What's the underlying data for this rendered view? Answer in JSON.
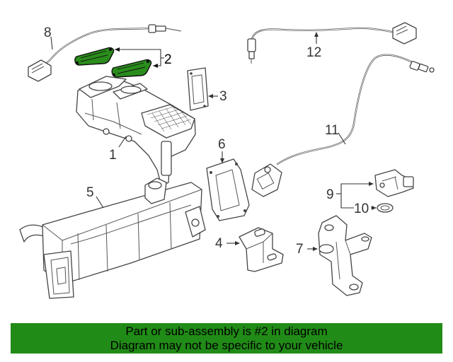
{
  "callouts": {
    "c1": "1",
    "c2": "2",
    "c3": "3",
    "c4": "4",
    "c5": "5",
    "c6": "6",
    "c7": "7",
    "c8": "8",
    "c9": "9",
    "c10": "10",
    "c11": "11",
    "c12": "12"
  },
  "banner": {
    "line1": "Part or sub-assembly is #2 in diagram",
    "line2": "Diagram may not be specific to your vehicle"
  },
  "colors": {
    "highlight_part": "#2a8c1c",
    "banner_background": "#218b17",
    "line_art": "#444444"
  },
  "highlighted_callout": "2"
}
